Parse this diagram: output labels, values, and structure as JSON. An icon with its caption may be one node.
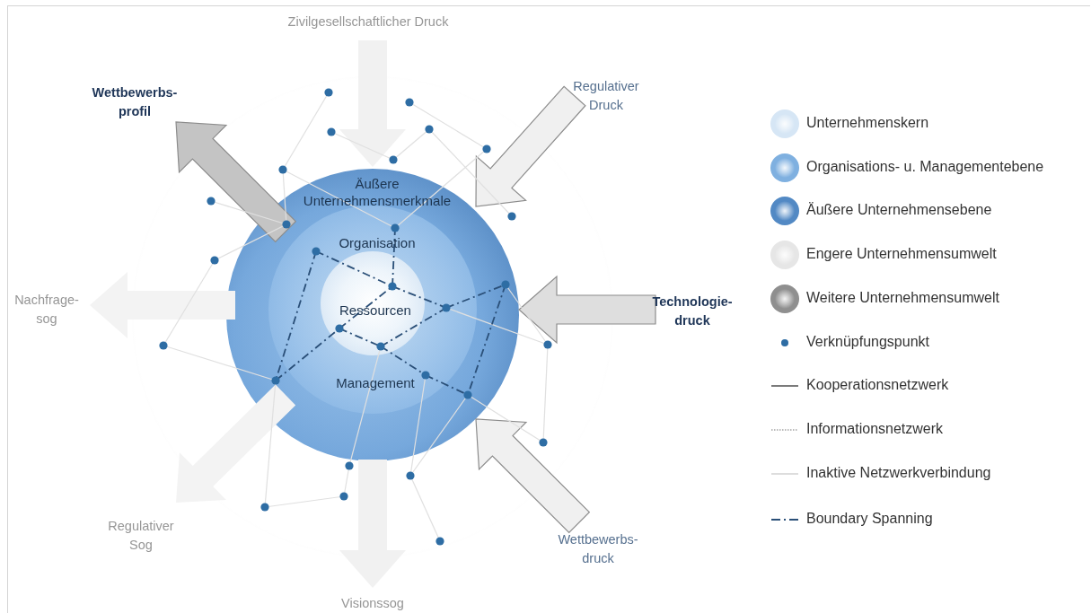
{
  "diagram": {
    "nodes": [
      {
        "text": [],
        "shape": "circle"
      },
      {
        "text": [],
        "shape": "circle",
        "in": 0
      },
      {
        "text": [
          "Äußere Unternehmensmerkmale"
        ],
        "in": 1
      },
      {
        "text": [
          "Organisation",
          "Management"
        ],
        "in": 2
      },
      {
        "text": [
          "Ressourcen"
        ],
        "in": 3
      }
    ],
    "labels": [
      "Zivilgesellschaftlicher Druck",
      "Wettbewerbs- profil",
      "Regulativer Druck",
      "Nachfrage- sog",
      "Technologie- druck",
      "Regulativer Sog",
      "Wettbewerbs- druck",
      "Visionssog"
    ],
    "legend": [
      {
        "text": "Unternehmenskern",
        "color": "#d6e6f5"
      },
      {
        "text": "Organisations- u. Managementebene",
        "color": "#7fb0e0"
      },
      {
        "text": "Äußere Unternehmensebene",
        "color": "#5289c4"
      },
      {
        "text": "Engere Unternehmensumwelt",
        "color": "#e6e6e6"
      },
      {
        "text": "Weitere Unternehmensumwelt",
        "color": "#8f8f8f"
      },
      {
        "text": "Verknüpfungspunkt",
        "color": "#2e6da4"
      },
      {
        "text": "Kooperationsnetzwerk"
      },
      {
        "text": "Informationsnetzwerk"
      },
      {
        "text": "Inaktive Netzwerkverbindung"
      },
      {
        "text": "Boundary Spanning"
      }
    ]
  }
}
